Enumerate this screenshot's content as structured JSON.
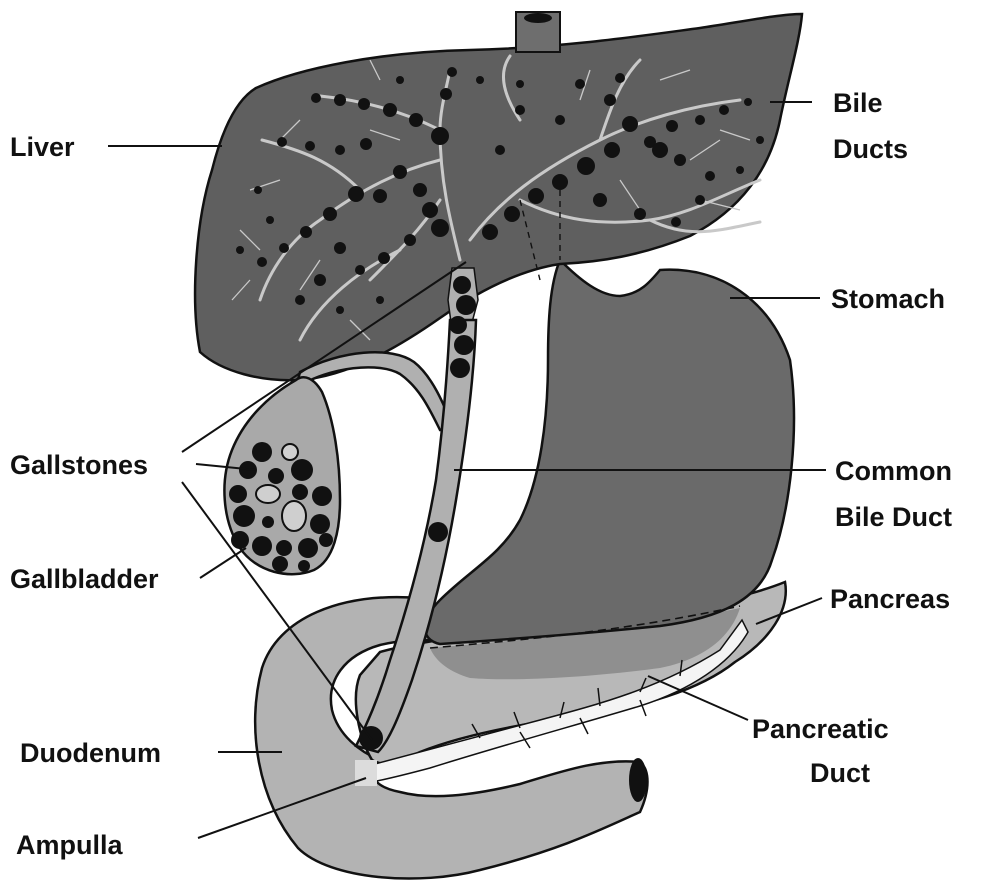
{
  "colors": {
    "liver": "#5f5f5f",
    "stomach": "#6a6a6a",
    "pancreas": "#b8b8b8",
    "duodenum": "#b3b3b3",
    "gallbladder": "#a9a9a9",
    "duct": "#b0b0b0",
    "vein": "#c9c9c9",
    "stone": "#111111",
    "outline": "#111111",
    "background": "#ffffff"
  },
  "labels": {
    "liver": "Liver",
    "bile_ducts_line1": "Bile",
    "bile_ducts_line2": "Ducts",
    "stomach": "Stomach",
    "gallstones": "Gallstones",
    "common_bile_duct_line1": "Common",
    "common_bile_duct_line2": "Bile Duct",
    "gallbladder": "Gallbladder",
    "pancreas": "Pancreas",
    "pancreatic_duct_line1": "Pancreatic",
    "pancreatic_duct_line2": "Duct",
    "duodenum": "Duodenum",
    "ampulla": "Ampulla"
  }
}
